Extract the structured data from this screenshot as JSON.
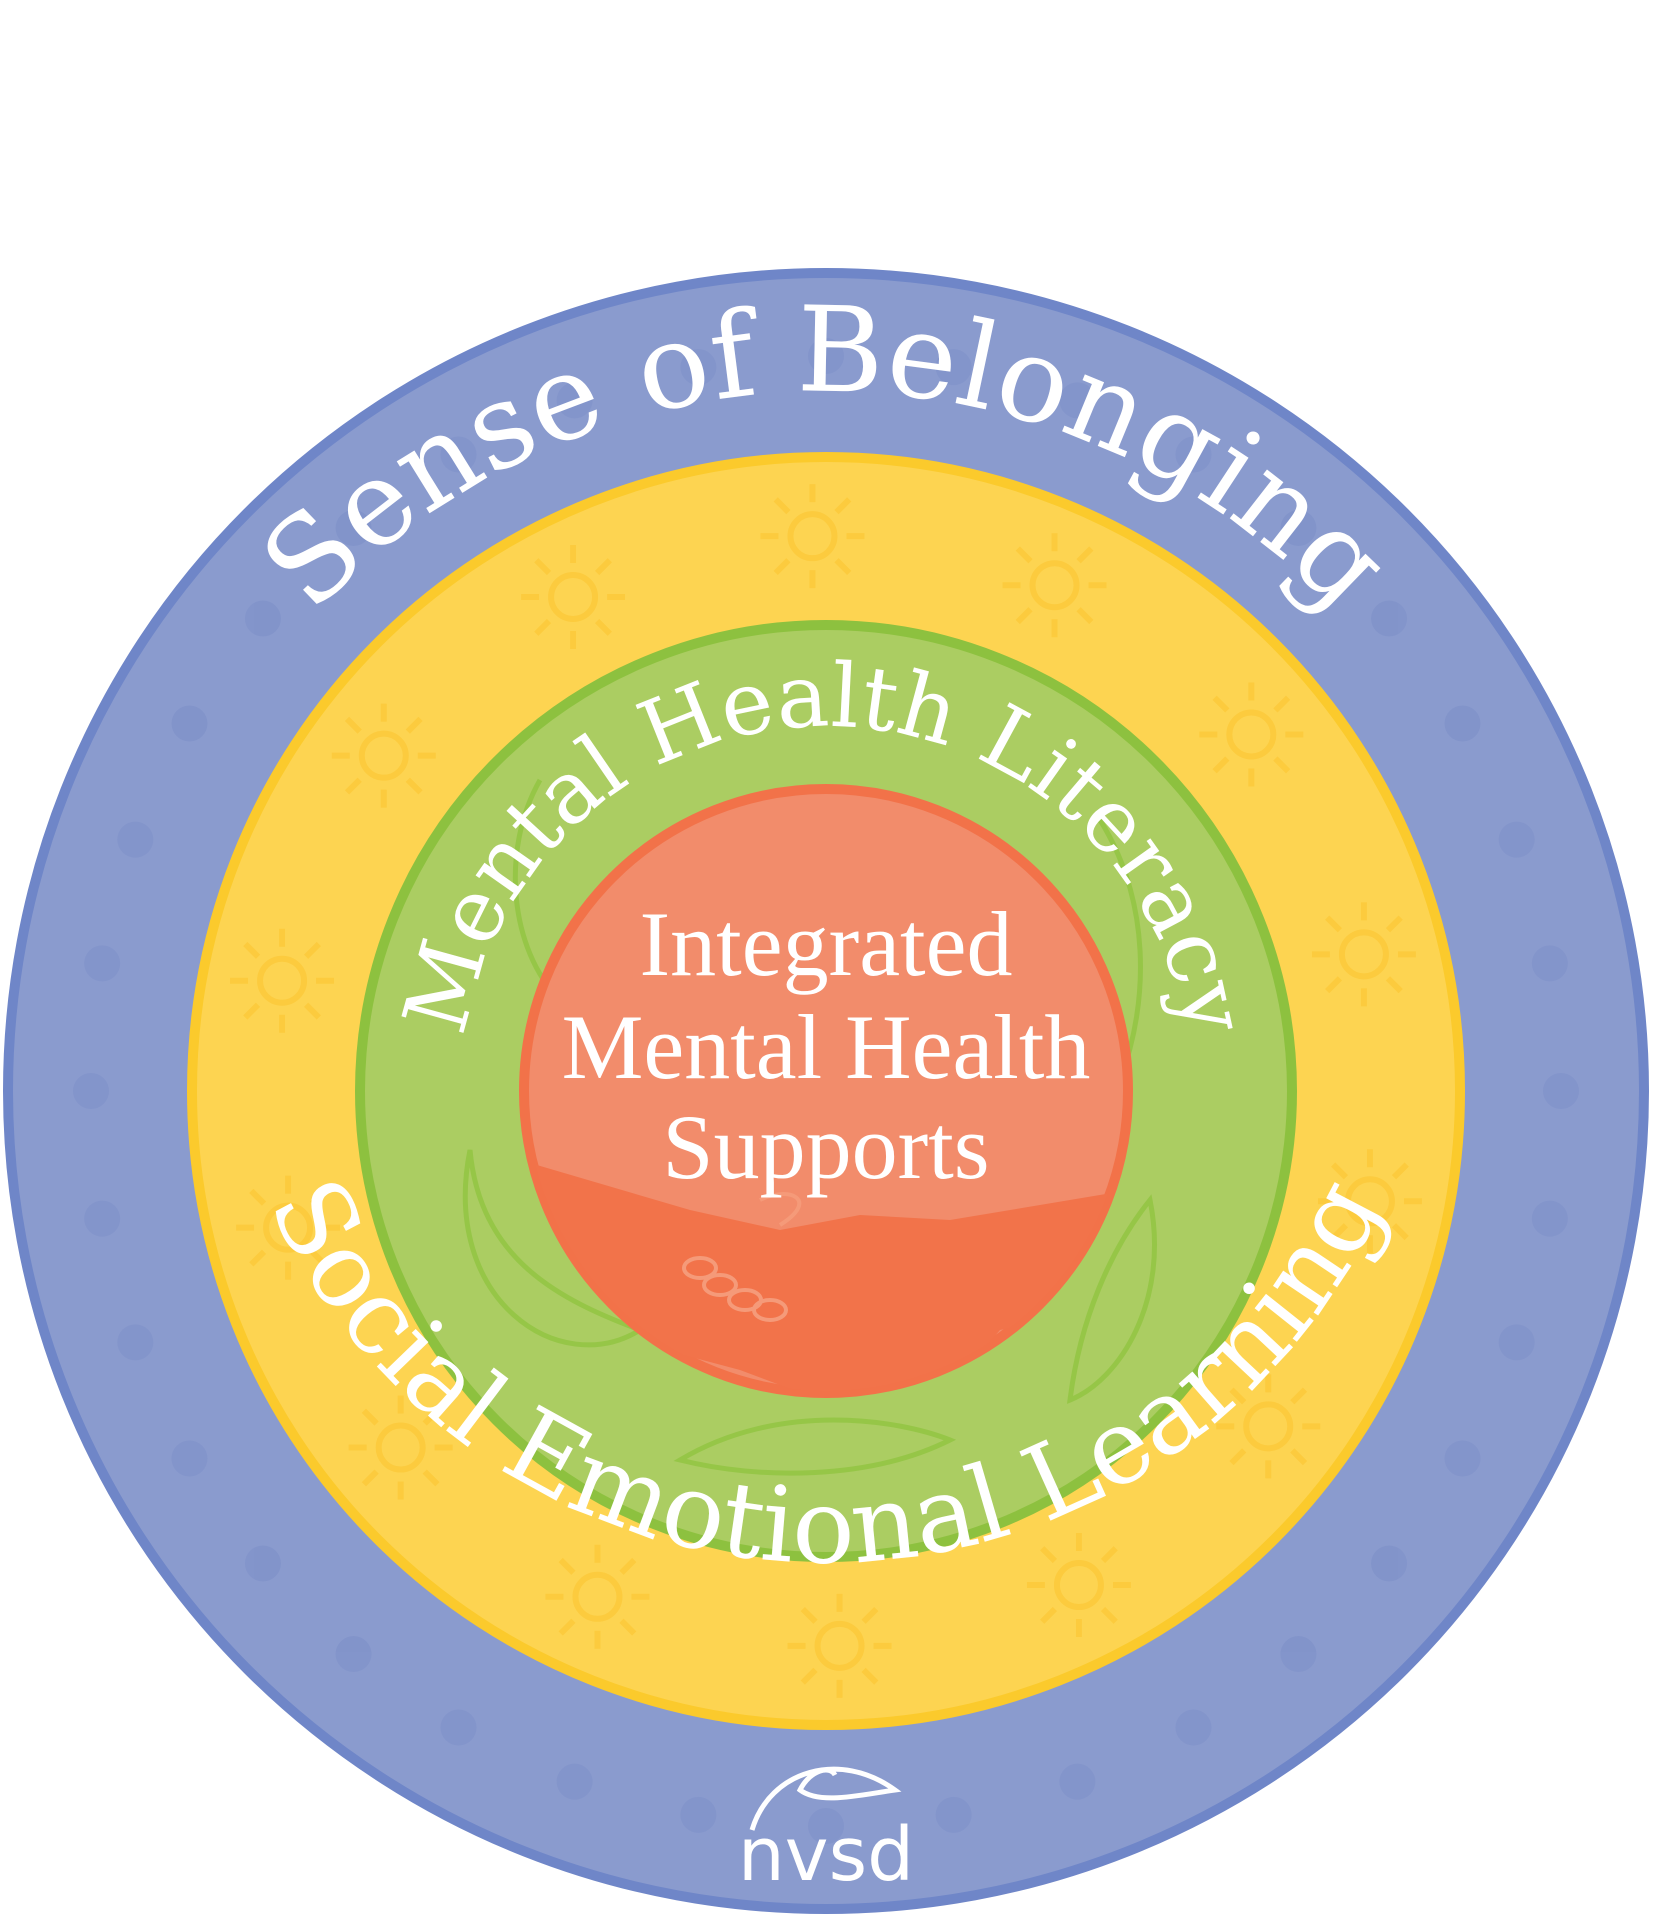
{
  "rings": {
    "outer": {
      "label": "Sense of Belonging",
      "fill": "#8a9bce",
      "stroke": "#6f86c8"
    },
    "yellow": {
      "label": "Social Emotional Learning",
      "fill": "#fdd451",
      "stroke": "#fbca2c"
    },
    "green": {
      "label": "Mental Health Literacy",
      "fill": "#abcd62",
      "stroke": "#8dc13f"
    },
    "core": {
      "lines": [
        "Integrated",
        "Mental Health",
        "Supports"
      ],
      "fill": "#f28c6b",
      "stroke": "#f27249",
      "accent": "#f2734a"
    }
  },
  "logo": {
    "text": "nvsd"
  }
}
